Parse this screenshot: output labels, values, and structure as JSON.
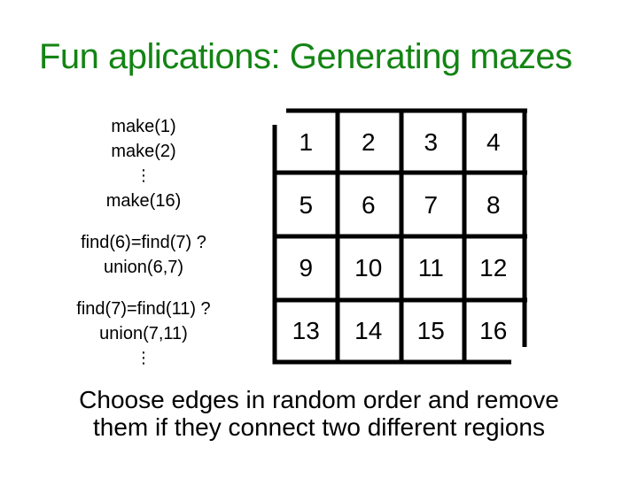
{
  "title": "Fun aplications: Generating mazes",
  "colors": {
    "title": "#138414",
    "text": "#000000",
    "wall": "#000000",
    "background": "#ffffff"
  },
  "operations": {
    "make": [
      "make(1)",
      "make(2)",
      "⋮",
      "make(16)"
    ],
    "step1": [
      "find(6)=find(7) ?",
      "union(6,7)"
    ],
    "step2": [
      "find(7)=find(11) ?",
      "union(7,11)",
      "⋮"
    ]
  },
  "maze": {
    "rows": 4,
    "cols": 4,
    "cells": [
      1,
      2,
      3,
      4,
      5,
      6,
      7,
      8,
      9,
      10,
      11,
      12,
      13,
      14,
      15,
      16
    ],
    "openings": [
      "top-left-entrance",
      "bottom-right-exit"
    ]
  },
  "caption": {
    "line1": "Choose edges in random order and remove",
    "line2": "them if they connect two different regions"
  }
}
